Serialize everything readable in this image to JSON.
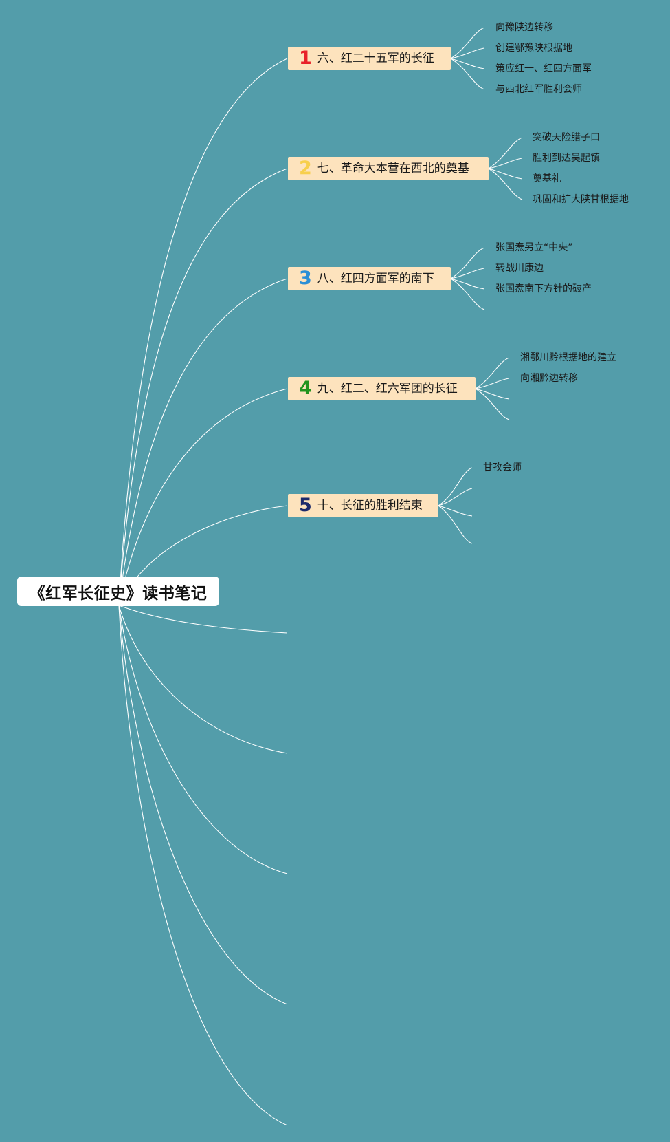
{
  "root": {
    "title": "《红军长征史》读书笔记"
  },
  "colors": {
    "background": "#539daa",
    "branch_fill": "#fde3bd",
    "num1": "#e8222a",
    "num2": "#f7cf4c",
    "num3": "#2b8fd6",
    "num4": "#23941f",
    "num5": "#1d2a6b"
  },
  "branches": [
    {
      "num": "1",
      "label": "六、红二十五军的长征",
      "children": [
        "向豫陕边转移",
        "创建鄂豫陕根据地",
        "策应红一、红四方面军",
        "与西北红军胜利会师"
      ]
    },
    {
      "num": "2",
      "label": "七、革命大本营在西北的奠基",
      "children": [
        "突破天险腊子口",
        "胜利到达吴起镇",
        "奠基礼",
        "巩固和扩大陕甘根据地"
      ]
    },
    {
      "num": "3",
      "label": "八、红四方面军的南下",
      "children": [
        "张国焘另立“中央”",
        "转战川康边",
        "张国焘南下方针的破产",
        ""
      ]
    },
    {
      "num": "4",
      "label": "九、红二、红六军团的长征",
      "children": [
        "湘鄂川黔根据地的建立",
        "向湘黔边转移",
        "",
        ""
      ]
    },
    {
      "num": "5",
      "label": "十、长征的胜利结束",
      "children": [
        "甘孜会师",
        "",
        "",
        ""
      ]
    }
  ]
}
